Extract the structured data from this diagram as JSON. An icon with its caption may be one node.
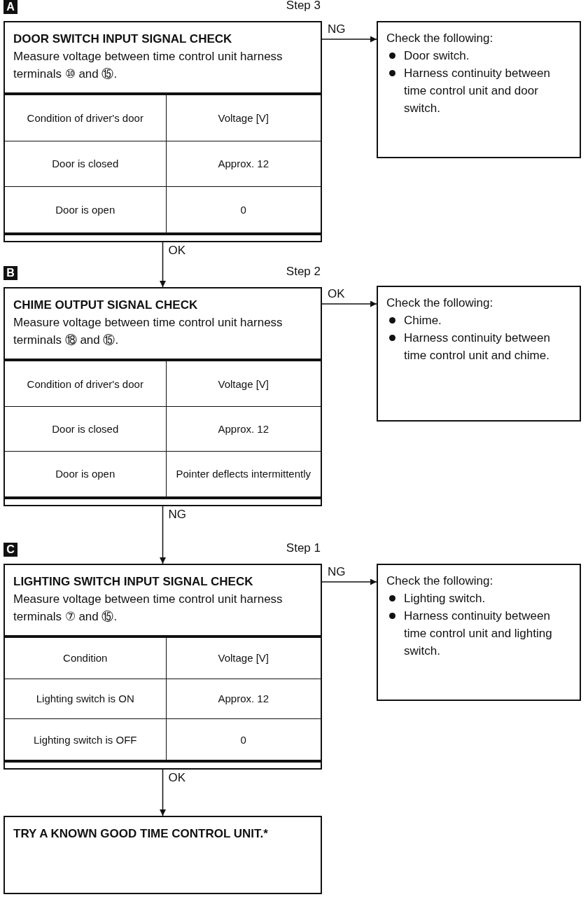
{
  "diagram": {
    "nodes": [
      {
        "text": [
          "DOOR SWITCH INPUT SIGNAL CHECK",
          "Measure voltage between time control unit harness terminals ⑩ and ⑮.",
          "Condition of driver's door",
          "Voltage [V]",
          "Door is closed",
          "Approx. 12",
          "Door is open",
          "0"
        ],
        "beside": [
          "A",
          "Step 3"
        ]
      },
      {
        "text": [
          "Check the following:",
          "Door switch.",
          "Harness continuity between time control unit and door switch."
        ]
      },
      {
        "text": [
          "CHIME OUTPUT SIGNAL CHECK",
          "Measure voltage between time control unit harness terminals ⑱ and ⑮.",
          "Condition of driver's door",
          "Voltage [V]",
          "Door is closed",
          "Approx. 12",
          "Door is open",
          "Pointer deflects intermittently"
        ],
        "beside": [
          "B",
          "Step 2"
        ]
      },
      {
        "text": [
          "Check the following:",
          "Chime.",
          "Harness continuity between time control unit and chime."
        ]
      },
      {
        "text": [
          "LIGHTING SWITCH INPUT SIGNAL CHECK",
          "Measure voltage between time control unit harness terminals ⑦ and ⑮.",
          "Condition",
          "Voltage [V]",
          "Lighting switch is ON",
          "Approx. 12",
          "Lighting switch is OFF",
          "0"
        ],
        "beside": [
          "C",
          "Step 1"
        ]
      },
      {
        "text": [
          "Check the following:",
          "Lighting switch.",
          "Harness continuity between time control unit and lighting switch."
        ]
      },
      {
        "text": [
          "TRY A KNOWN GOOD TIME CONTROL UNIT.*"
        ]
      }
    ],
    "edges": [
      {
        "from": 0,
        "to": 1,
        "arrow": "to",
        "label": "NG"
      },
      {
        "from": 0,
        "to": 2,
        "arrow": "to",
        "label": "OK"
      },
      {
        "from": 2,
        "to": 3,
        "arrow": "to",
        "label": "OK"
      },
      {
        "from": 2,
        "to": 4,
        "arrow": "to",
        "label": "NG"
      },
      {
        "from": 4,
        "to": 5,
        "arrow": "to",
        "label": "NG"
      },
      {
        "from": 4,
        "to": 6,
        "arrow": "to",
        "label": "OK"
      }
    ]
  }
}
